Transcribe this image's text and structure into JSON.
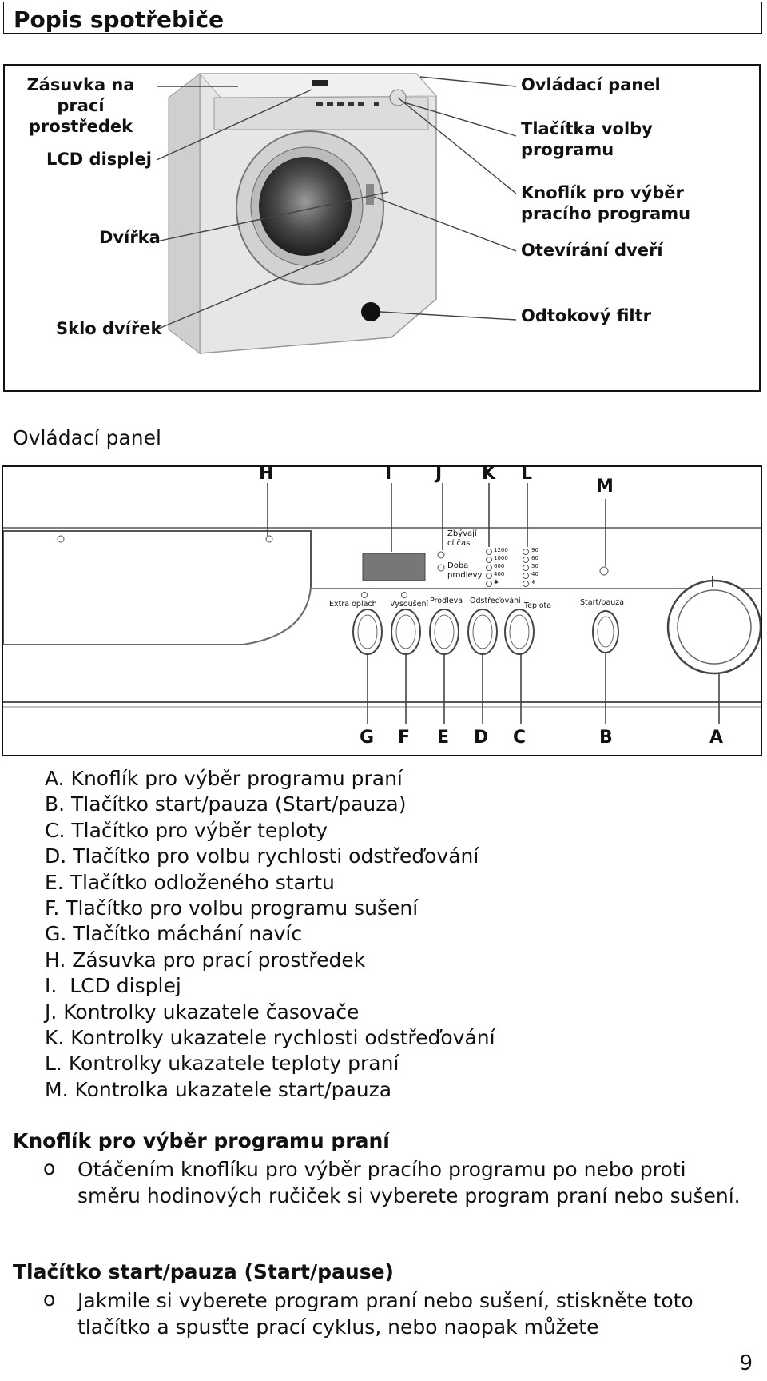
{
  "heading": "Popis spotřebiče",
  "figure1": {
    "labels_left": [
      "Zásuvka na\nprací prostředek",
      "LCD displej",
      "Dvířka",
      "Sklo dvířek"
    ],
    "labels_right": [
      "Ovládací panel",
      "Tlačítka volby\nprogramu",
      "Knoflík pro výběr\npracího programu",
      "Otevírání dveří",
      "Odtokový filtr"
    ]
  },
  "control_panel": {
    "heading": "Ovládací panel",
    "top_letters": [
      "H",
      "I",
      "J",
      "K",
      "L",
      "M"
    ],
    "bottom_letters": [
      "G",
      "F",
      "E",
      "D",
      "C",
      "B",
      "A"
    ],
    "button_labels": [
      "Extra oplach",
      "Vysoušení",
      "Prodleva",
      "Odstřeďování",
      "Teplota",
      "Start/pauza"
    ],
    "timer_labels": [
      "Zbývají\ncí čas",
      "Doba\nprodlevy"
    ],
    "spin_values": [
      "1200",
      "1000",
      "600",
      "400",
      "✱"
    ],
    "temp_values": [
      "90",
      "60",
      "50",
      "40",
      "❄"
    ]
  },
  "legend": [
    "A. Knoflík pro výběr programu praní",
    "B. Tlačítko start/pauza (Start/pauza)",
    "C. Tlačítko pro výběr teploty",
    "D. Tlačítko pro volbu rychlosti odstřeďování",
    "E. Tlačítko odloženého startu",
    "F. Tlačítko pro volbu programu sušení",
    "G. Tlačítko máchání navíc",
    "H. Zásuvka pro prací prostředek",
    "I.  LCD displej",
    "J. Kontrolky ukazatele časovače",
    "K. Kontrolky ukazatele rychlosti odstřeďování",
    "L. Kontrolky ukazatele teploty praní",
    "M. Kontrolka ukazatele start/pauza"
  ],
  "section_knob": {
    "heading": "Knoflík pro výběr programu praní",
    "bullet": "o",
    "text": "Otáčením knoflíku pro výběr pracího programu po nebo proti směru hodinových ručiček si vyberete program praní nebo sušení."
  },
  "section_start": {
    "heading": "Tlačítko start/pauza (Start/pause)",
    "bullet": "o",
    "text": "Jakmile si vyberete program praní nebo sušení, stiskněte toto tlačítko a spusťte prací cyklus, nebo naopak můžete"
  },
  "page_number": "9"
}
